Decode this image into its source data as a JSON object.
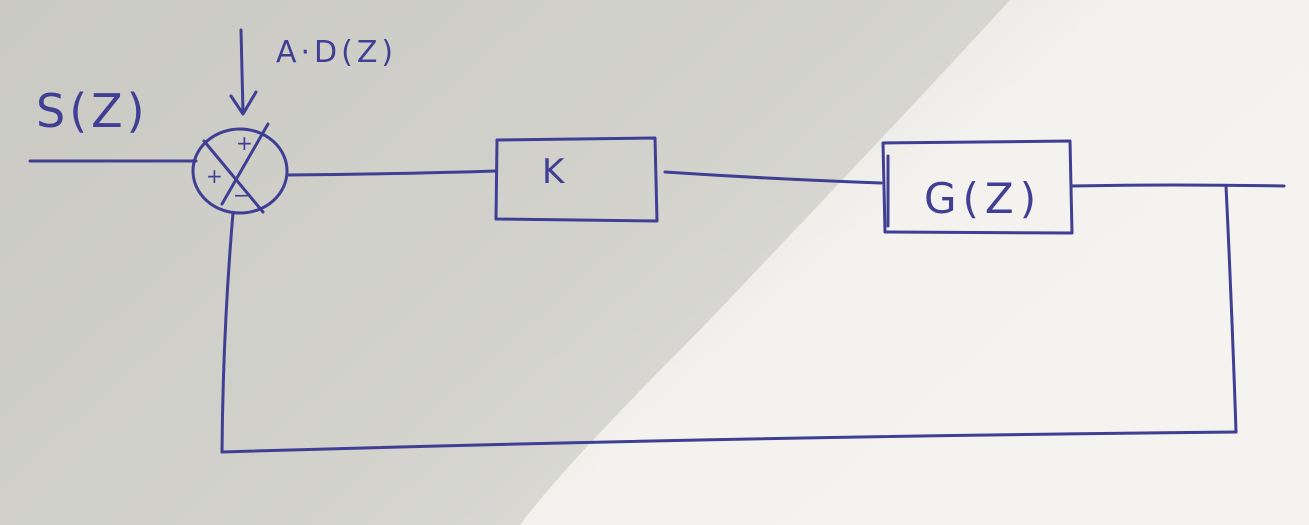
{
  "diagram": {
    "input_label": "S(Z)",
    "disturbance_label": "A·D(Z)",
    "controller_label": "K",
    "plant_label": "G(Z)",
    "summing_junction": {
      "top_sign": "+",
      "left_sign": "+",
      "bottom_sign": "−"
    }
  },
  "colors": {
    "paper_shadow": "#c9c8c3",
    "paper_lit": "#f1f0ec",
    "ink": "#3f3f93"
  }
}
